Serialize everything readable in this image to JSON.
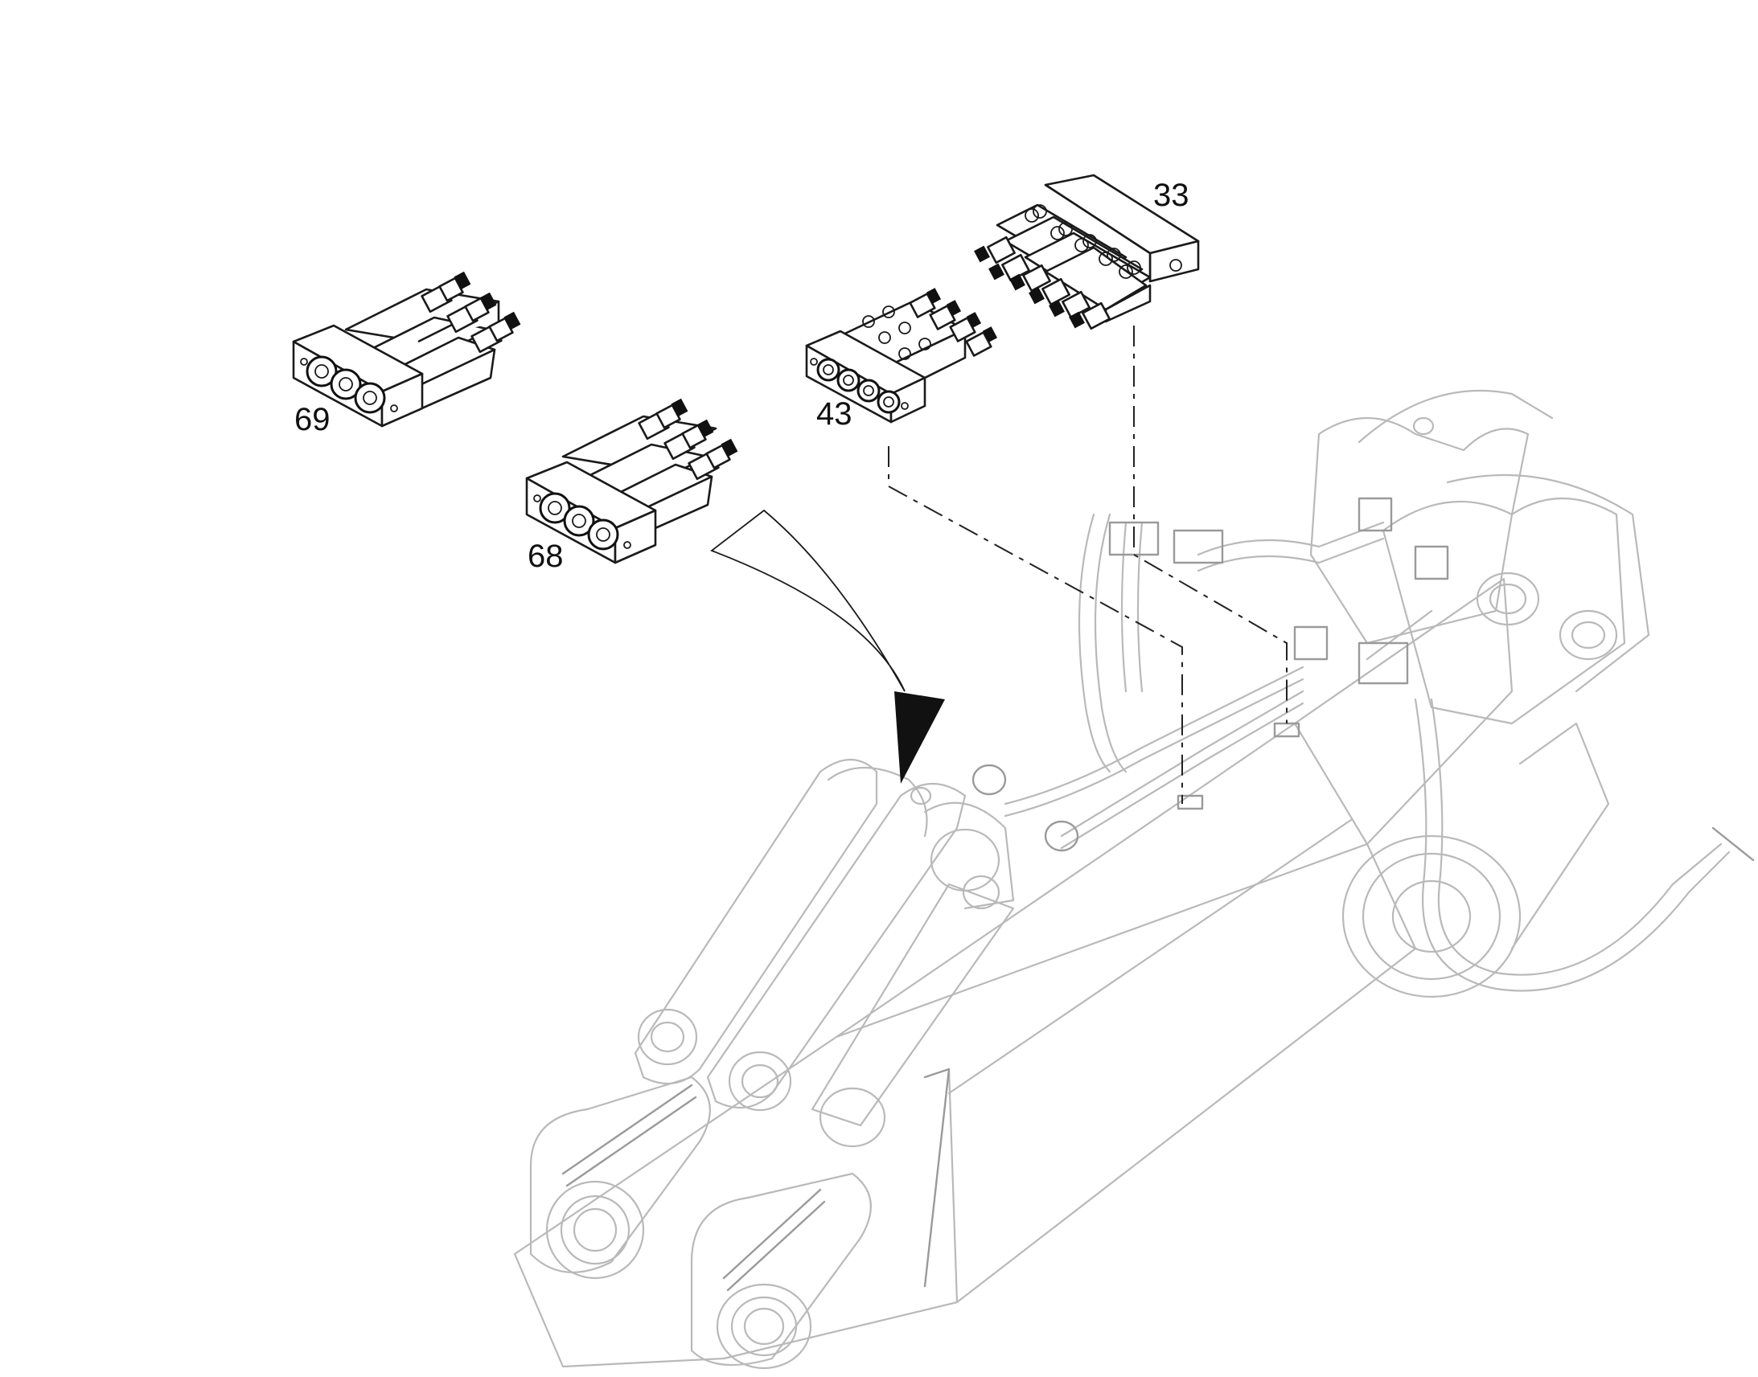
{
  "callouts": {
    "item_33": "33",
    "item_43": "43",
    "item_68": "68",
    "item_69": "69"
  },
  "colors": {
    "ink": "#1a1a1a",
    "machine_outline": "#b9b9b9",
    "background": "#ffffff"
  }
}
